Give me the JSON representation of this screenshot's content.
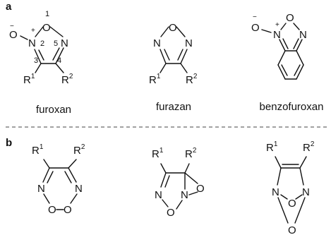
{
  "panels": {
    "a": "a",
    "b": "b"
  },
  "atoms": {
    "O": "O",
    "N": "N",
    "R": "R",
    "minus": "−",
    "plus": "+",
    "sup1": "1",
    "sup2": "2"
  },
  "ring_numbers": [
    "1",
    "2",
    "3",
    "4",
    "5"
  ],
  "compounds": {
    "furoxan": "furoxan",
    "furazan": "furazan",
    "benzofuroxan": "benzofuroxan"
  }
}
